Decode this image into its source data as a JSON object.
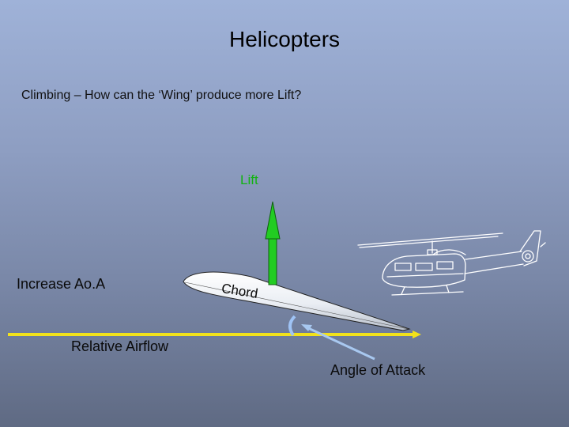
{
  "slide": {
    "title": "Helicopters",
    "subtitle": "Climbing – How can the ‘Wing’ produce more Lift?"
  },
  "diagram": {
    "lift_label": "Lift",
    "increase_label": "Increase Ao.A",
    "chord_label": "Chord",
    "airflow_label": "Relative Airflow",
    "aoa_label": "Angle of Attack"
  },
  "colors": {
    "lift": "#22cc22",
    "airflow": "#f2e21a",
    "aoa_arc": "#9fc3f5",
    "aoa_pointer": "#a8c8f0"
  },
  "icons": {
    "helicopter": "helicopter-icon"
  }
}
